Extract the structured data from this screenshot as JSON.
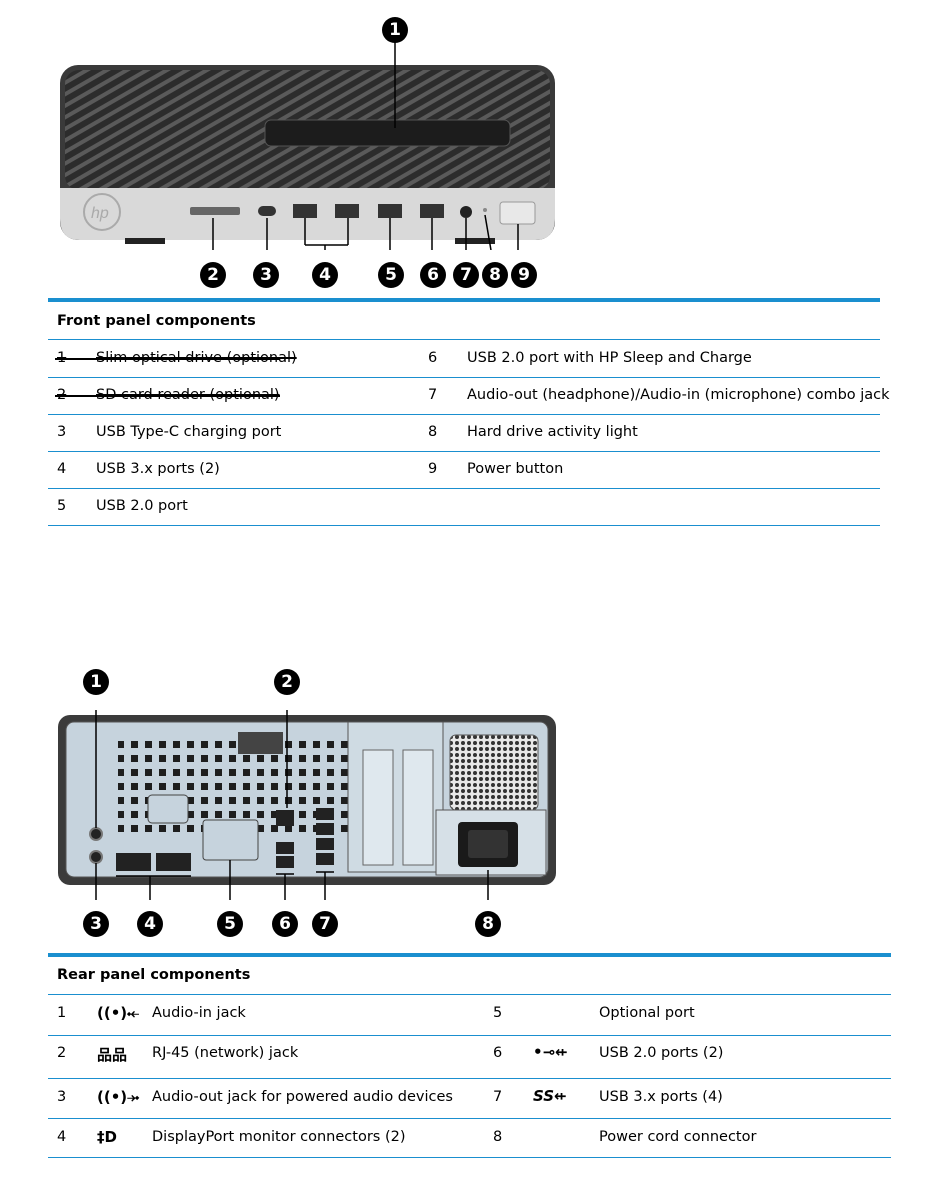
{
  "front": {
    "heading": "Front panel components",
    "callouts": [
      "1",
      "2",
      "3",
      "4",
      "5",
      "6",
      "7",
      "8",
      "9"
    ],
    "left_rows": [
      {
        "num": "1",
        "label": "Slim optical drive (optional)"
      },
      {
        "num": "2",
        "label": "SD card reader (optional)"
      },
      {
        "num": "3",
        "label": "USB Type-C charging port"
      },
      {
        "num": "4",
        "label": "USB 3.x ports (2)"
      },
      {
        "num": "5",
        "label": "USB 2.0 port"
      }
    ],
    "right_rows": [
      {
        "num": "6",
        "label": "USB 2.0 port with HP Sleep and Charge"
      },
      {
        "num": "7",
        "label": "Audio-out (headphone)/Audio-in (microphone) combo jack"
      },
      {
        "num": "8",
        "label": "Hard drive activity light"
      },
      {
        "num": "9",
        "label": "Power button"
      }
    ]
  },
  "rear": {
    "heading": "Rear panel components",
    "callouts": [
      "1",
      "2",
      "3",
      "4",
      "5",
      "6",
      "7",
      "8"
    ],
    "left_rows": [
      {
        "num": "1",
        "icon": "audio-in-icon",
        "label": "Audio-in jack"
      },
      {
        "num": "2",
        "icon": "network-icon",
        "label": "RJ-45 (network) jack"
      },
      {
        "num": "3",
        "icon": "audio-out-icon",
        "label": "Audio-out jack for powered audio devices"
      },
      {
        "num": "4",
        "icon": "displayport-icon",
        "label": "DisplayPort monitor connectors (2)"
      }
    ],
    "right_rows": [
      {
        "num": "5",
        "icon": "",
        "label": "Optional port"
      },
      {
        "num": "6",
        "icon": "usb-icon",
        "label": "USB 2.0 ports (2)"
      },
      {
        "num": "7",
        "icon": "usb-ss-icon",
        "label": "USB 3.x ports (4)"
      },
      {
        "num": "8",
        "icon": "",
        "label": "Power cord connector"
      }
    ]
  },
  "colors": {
    "accent": "#1a8fcf"
  }
}
